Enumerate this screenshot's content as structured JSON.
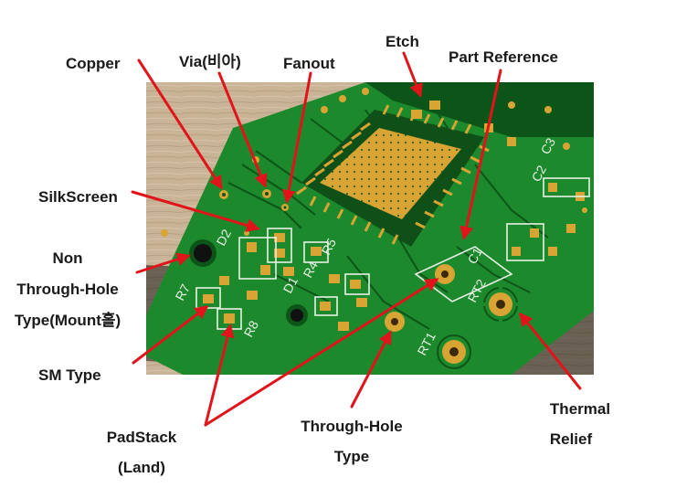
{
  "labels": {
    "copper": "Copper",
    "via": "Via(비아)",
    "fanout": "Fanout",
    "etch": "Etch",
    "part_reference": "Part Reference",
    "silkscreen": "SilkScreen",
    "non_through_hole": [
      "Non",
      "Through-Hole",
      "Type(Mount홀)"
    ],
    "sm_type": "SM Type",
    "padstack": [
      "PadStack",
      "(Land)"
    ],
    "through_hole_type": [
      "Through-Hole",
      "Type"
    ],
    "thermal_relief": [
      "Thermal",
      "Relief"
    ]
  },
  "board_silkscreen": {
    "d2": "D2",
    "r7": "R7",
    "r8": "R8",
    "d1": "D1",
    "r4": "R4",
    "r5": "R5",
    "rt1": "RT1",
    "rt2": "RT2",
    "c3": "C3",
    "c1": "C1",
    "c2": "C2"
  },
  "colors": {
    "arrow": "#e0141a",
    "pcb_green": "#1c8a2c",
    "pcb_dark": "#0d5418",
    "gold": "#d8a534",
    "silk": "#e8f0e6",
    "wood": "#c9b497"
  }
}
